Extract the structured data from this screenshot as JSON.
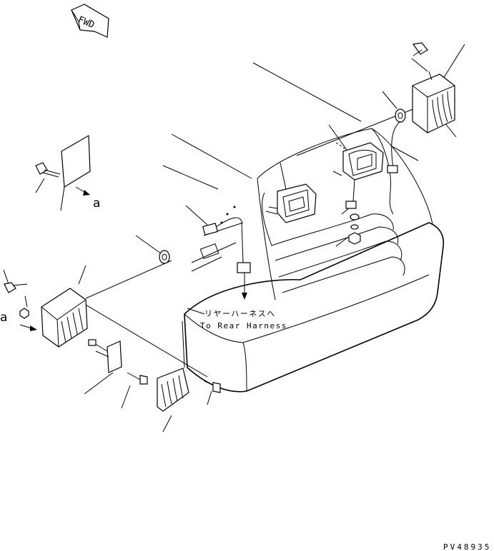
{
  "fwd_label": "FWD",
  "ref_a_left": "a",
  "ref_a_cover": "a",
  "harness_jp": "リヤーハーネスへ",
  "harness_en": "To Rear Harness",
  "drawing_code": "PV48935"
}
